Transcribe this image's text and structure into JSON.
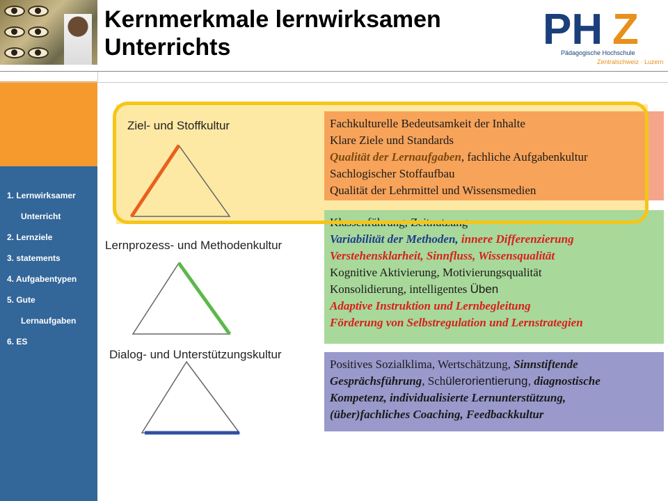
{
  "header": {
    "title_line1": "Kernmerkmale lernwirksamen",
    "title_line2": "Unterrichts",
    "logo_line1": "Pädagogische Hochschule",
    "logo_line2": "Zentralschweiz · Luzern"
  },
  "sidebar": {
    "items": [
      {
        "label": "1. Lernwirksamer"
      },
      {
        "label": "Unterricht"
      },
      {
        "label": "2. Lernziele"
      },
      {
        "label": "3. statements"
      },
      {
        "label": "4. Aufgabentypen"
      },
      {
        "label": "5. Gute"
      },
      {
        "label": "Lernaufgaben"
      },
      {
        "label": "6. ES"
      }
    ]
  },
  "sections": {
    "ziel": {
      "label": "Ziel- und Stoffkultur",
      "lines": [
        "Fachkulturelle Bedeutsamkeit der Inhalte",
        "Klare Ziele und Standards",
        "Qualität der Lernaufgaben",
        ", fachliche Aufgabenkultur",
        "Sachlogischer Stoffaufbau",
        "Qualität der Lehrmittel und Wissensmedien"
      ]
    },
    "lernprozess": {
      "label": "Lernprozess- und Methodenkultur",
      "lines": [
        "Klassenführung, Zeitnutzung",
        "Variabilität der Methoden,",
        "innere Differenzierung",
        "Verstehensklarheit, Sinnfluss, Wissensqualität",
        "Kognitive Aktivierung, Motivierungsqualität",
        "Konsolidierung, intelligentes",
        "Üben",
        "Adaptive Instruktion und Lernbegleitung",
        "Förderung von Selbstregulation und Lernstrategien"
      ]
    },
    "dialog": {
      "label": "Dialog- und Unterstützungskultur",
      "lines": [
        "Positives Sozialklima, Wertschätzung,",
        "Sinnstiftende",
        "Gesprächsführung",
        ", Sch",
        "ülerorientierung,",
        "diagnostische",
        "Kompetenz, individualisierte Lernunterstützung,",
        "(über)fachliches Coaching, Feedbackkultur"
      ]
    }
  },
  "colors": {
    "orange_accent": "#f79a2e",
    "sidebar_blue": "#336699",
    "highlight_yellow": "#f5c518",
    "ziel_box": "#f7a35a",
    "lern_box": "#a8d89a",
    "dialog_box": "#9999cc",
    "triangle_orange": "#e8601c",
    "triangle_green": "#5cb84a",
    "triangle_blue": "#2f4fa0"
  }
}
